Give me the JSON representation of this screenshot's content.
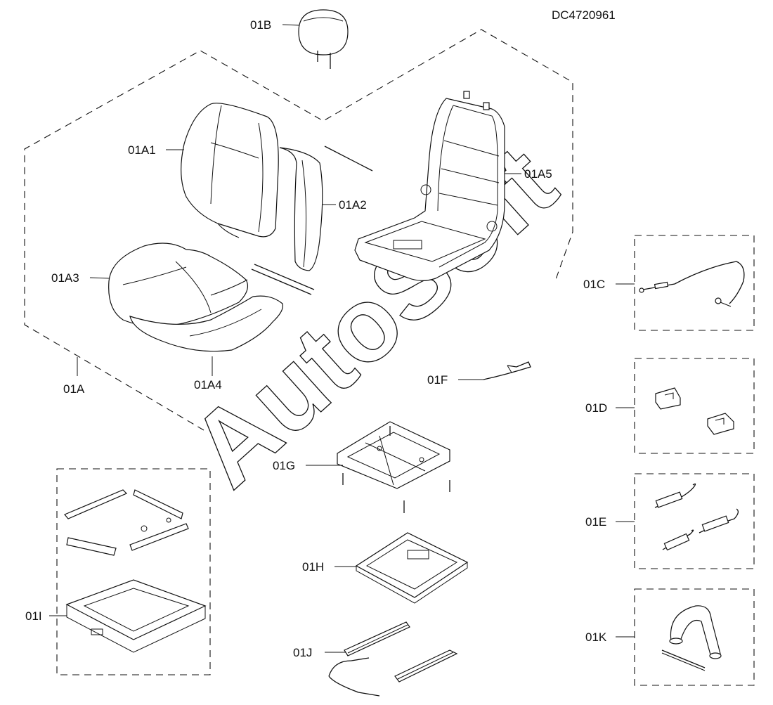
{
  "drawing_number": "DC4720961",
  "watermark": "AutoSoft",
  "callouts": {
    "c01B": "01B",
    "c01A1": "01A1",
    "c01A2": "01A2",
    "c01A3": "01A3",
    "c01A4": "01A4",
    "c01A5": "01A5",
    "c01A": "01A",
    "c01C": "01C",
    "c01D": "01D",
    "c01E": "01E",
    "c01F": "01F",
    "c01G": "01G",
    "c01H": "01H",
    "c01I": "01I",
    "c01J": "01J",
    "c01K": "01K"
  }
}
